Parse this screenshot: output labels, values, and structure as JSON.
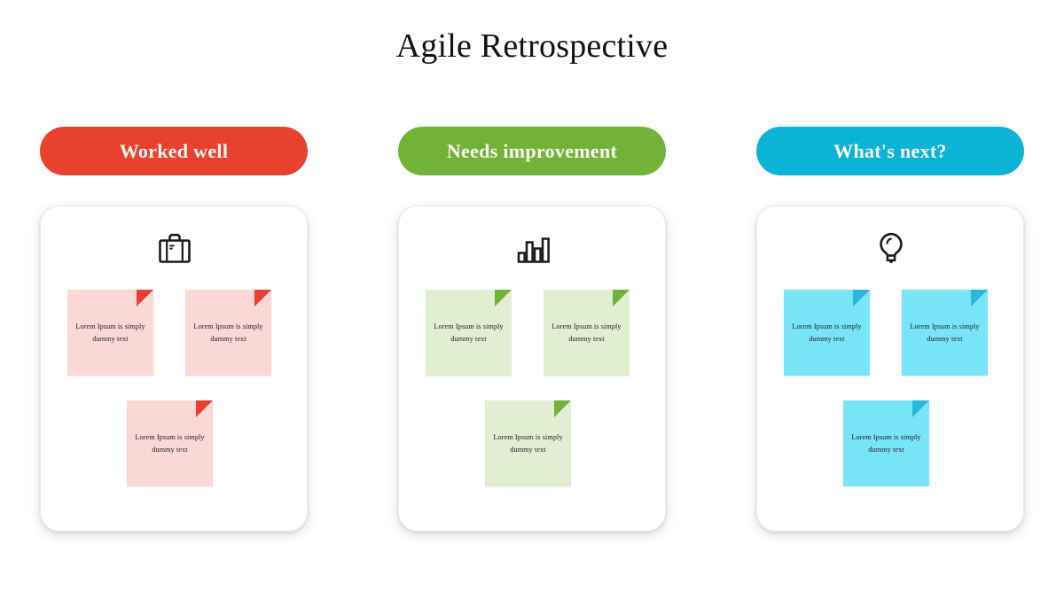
{
  "slide": {
    "title": "Agile Retrospective",
    "background_color": "#ffffff"
  },
  "columns": [
    {
      "id": "worked-well",
      "header_label": "Worked well",
      "header_color": "#e8412f",
      "header_text_color": "#fdf8f3",
      "icon_name": "briefcase-icon",
      "note_color": "#f9d8d5",
      "note_fold_color": "#e8412f",
      "notes": [
        {
          "text": "Lorem Ipsum is simply dummy text"
        },
        {
          "text": "Lorem Ipsum is simply dummy text"
        },
        {
          "text": "Lorem Ipsum is simply dummy text"
        }
      ]
    },
    {
      "id": "needs-improvement",
      "header_label": "Needs improvement",
      "header_color": "#73b239",
      "header_text_color": "#fdf8f3",
      "icon_name": "bar-chart-icon",
      "note_color": "#e1eed2",
      "note_fold_color": "#73b239",
      "notes": [
        {
          "text": "Lorem Ipsum is simply dummy text"
        },
        {
          "text": "Lorem Ipsum is simply dummy text"
        },
        {
          "text": "Lorem Ipsum is simply dummy text"
        }
      ]
    },
    {
      "id": "whats-next",
      "header_label": "What's next?",
      "header_color": "#0bb4d4",
      "header_text_color": "#fdf8f3",
      "icon_name": "lightbulb-icon",
      "note_color": "#78e4f7",
      "note_fold_color": "#2bb7d8",
      "notes": [
        {
          "text": "Lorem Ipsum is simply dummy text"
        },
        {
          "text": "Lorem Ipsum is simply dummy text"
        },
        {
          "text": "Lorem Ipsum is simply dummy text"
        }
      ]
    }
  ]
}
